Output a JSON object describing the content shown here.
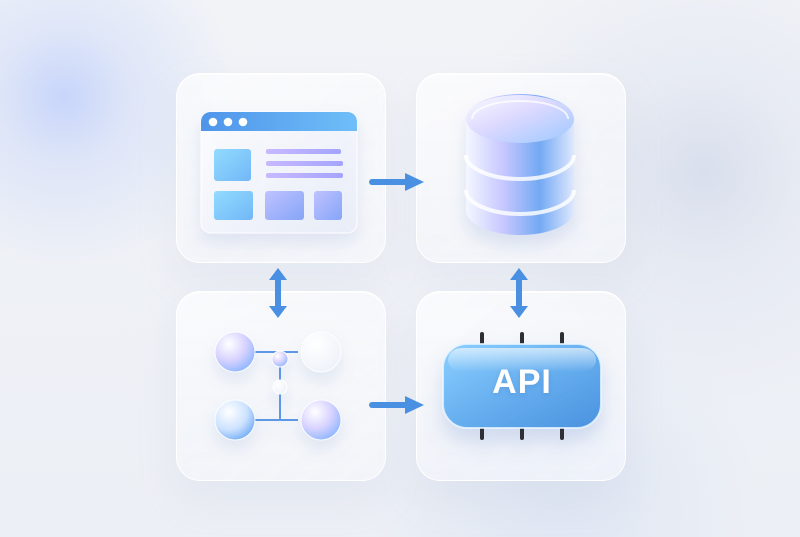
{
  "scene": {
    "nodes": [
      {
        "id": "ui",
        "icon": "web-ui-icon"
      },
      {
        "id": "database",
        "icon": "database-icon"
      },
      {
        "id": "graph",
        "icon": "network-graph-icon"
      },
      {
        "id": "api",
        "icon": "api-chip-icon",
        "label": "API"
      }
    ],
    "arrows": [
      {
        "from": "ui",
        "to": "database",
        "direction": "right"
      },
      {
        "from": "ui",
        "to": "graph",
        "direction": "bidirectional-vertical"
      },
      {
        "from": "database",
        "to": "api",
        "direction": "bidirectional-vertical"
      },
      {
        "from": "graph",
        "to": "api",
        "direction": "right"
      }
    ]
  },
  "colors": {
    "background": "#eef0f5",
    "blue": "#4a90e2",
    "blue_light": "#7cc3ff",
    "violet": "#a9a8ff",
    "white": "#ffffff"
  }
}
